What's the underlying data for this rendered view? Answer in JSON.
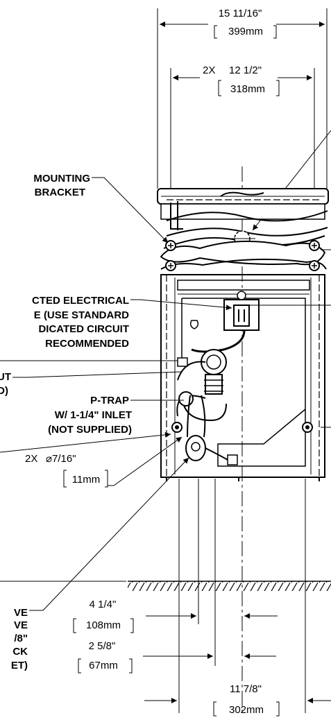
{
  "dimensions": {
    "overall_width": {
      "imperial": "15 11/16\"",
      "metric": "399mm"
    },
    "bracket_spacing": {
      "prefix": "2X",
      "imperial": "12 1/2\"",
      "metric": "318mm"
    },
    "mount_holes": {
      "prefix": "2X",
      "imperial": "⌀7/16\"",
      "metric": "11mm"
    },
    "offset_1": {
      "imperial": "4 1/4\"",
      "metric": "108mm"
    },
    "offset_2": {
      "imperial": "2 5/8\"",
      "metric": "67mm"
    },
    "bottom_width": {
      "imperial": "11 7/8\"",
      "metric": "302mm"
    }
  },
  "labels": {
    "mounting_bracket": [
      "MOUNTING",
      "BRACKET"
    ],
    "electrical": [
      "CTED ELECTRICAL",
      "E (USE STANDARD",
      "DICATED CIRCUIT",
      "RECOMMENDED"
    ],
    "inlet_partial": [
      "UT",
      "D)"
    ],
    "p_trap": [
      "P-TRAP",
      "W/ 1-1/4\" INLET",
      "(NOT SUPPLIED)"
    ],
    "valve_partial": [
      "VE",
      "VE",
      "/8\"",
      "CK",
      "ET)"
    ]
  }
}
